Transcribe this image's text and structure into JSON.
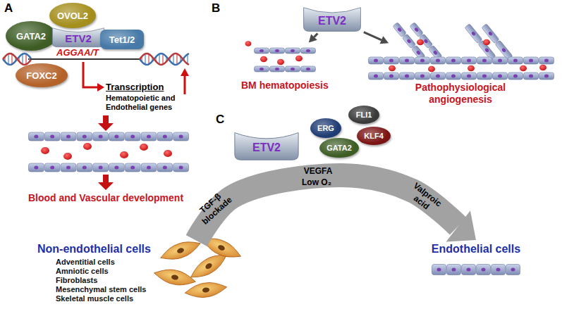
{
  "diagram": {
    "nodes": [
      {
        "text": [
          "OVOL2"
        ]
      },
      {
        "text": [
          "GATA2"
        ]
      },
      {
        "text": [
          "ETV2"
        ]
      },
      {
        "text": [
          "Tet1/2"
        ]
      },
      {
        "text": [
          "FOXC2"
        ]
      },
      {
        "text": [
          "ETV2"
        ]
      },
      {
        "text": [
          "BM hematopoiesis"
        ]
      },
      {
        "text": [
          "Pathophysiological angiogenesis"
        ]
      },
      {
        "text": [
          "ETV2"
        ]
      },
      {
        "text": [
          "ERG"
        ]
      },
      {
        "text": [
          "FLI1"
        ]
      },
      {
        "text": [
          "GATA2"
        ]
      },
      {
        "text": [
          "KLF4"
        ]
      },
      {
        "text": [
          "Non-endothelial cells",
          "Adventitial cells",
          "Amniotic cells",
          "Fibroblasts",
          "Mesenchymal stem cells",
          "Skeletal muscle cells"
        ]
      },
      {
        "text": [
          "Endothelial cells"
        ]
      }
    ],
    "edges": [
      {
        "from": 5,
        "to": 6,
        "arrow": "to"
      },
      {
        "from": 5,
        "to": 7,
        "arrow": "to"
      },
      {
        "from": 13,
        "to": 14,
        "arrow": "to"
      }
    ],
    "labels": [
      "A",
      "AGGAA/T",
      "Transcription",
      "Hematopoietic and Endothelial genes",
      "Blood and Vascular development",
      "B",
      "C",
      "TGF-β blockade",
      "VEGFA",
      "Low O₂",
      "Valproic acid"
    ]
  }
}
